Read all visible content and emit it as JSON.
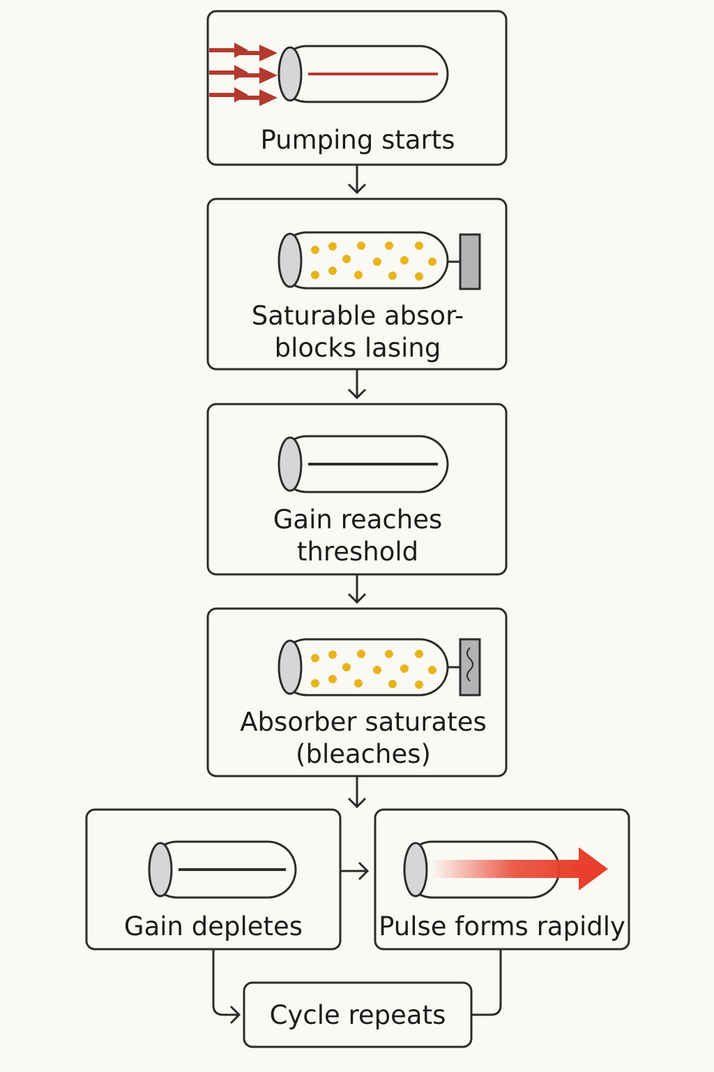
{
  "colors": {
    "background": "#fbf9f4",
    "stroke": "#2b2b2b",
    "pump_arrow": "#b23a2e",
    "red_beam": "#b23a2e",
    "particle": "#e8b41c",
    "absorber": "#b3b3b3",
    "pulse": "#e8402c",
    "tube_end": "#d6d6d6"
  },
  "steps": [
    {
      "lines": [
        "Pumping starts"
      ]
    },
    {
      "lines": [
        "Saturable absor-",
        "blocks lasing"
      ]
    },
    {
      "lines": [
        "Gain reaches",
        "threshold"
      ]
    },
    {
      "lines": [
        "Absorber saturates",
        "(bleaches)"
      ]
    },
    {
      "lines": [
        "Gain depletes"
      ]
    },
    {
      "lines": [
        "Pulse forms rapidly"
      ]
    }
  ],
  "final": {
    "label": "Cycle repeats"
  },
  "icons": [
    "pump-arrows-icon",
    "laser-rod-icon",
    "saturable-absorber-icon",
    "wavy-line-icon",
    "pulse-arrow-icon"
  ]
}
